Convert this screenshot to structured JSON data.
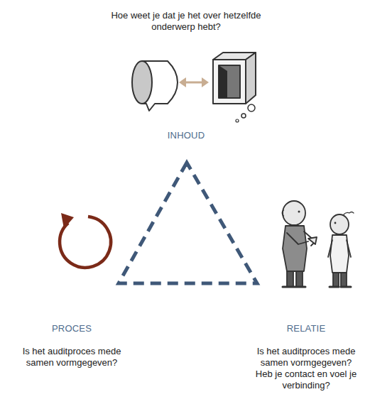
{
  "diagram": {
    "labels": [
      "Hoe weet je dat je het over hetzelfde onderwerp hebt?",
      "INHOUD",
      "PROCES",
      "RELATIE",
      "Is het auditproces mede samen vormgegeven?",
      "Is het auditproces mede samen vormgegeven?",
      "Heb je contact en voel je verbinding?"
    ]
  }
}
